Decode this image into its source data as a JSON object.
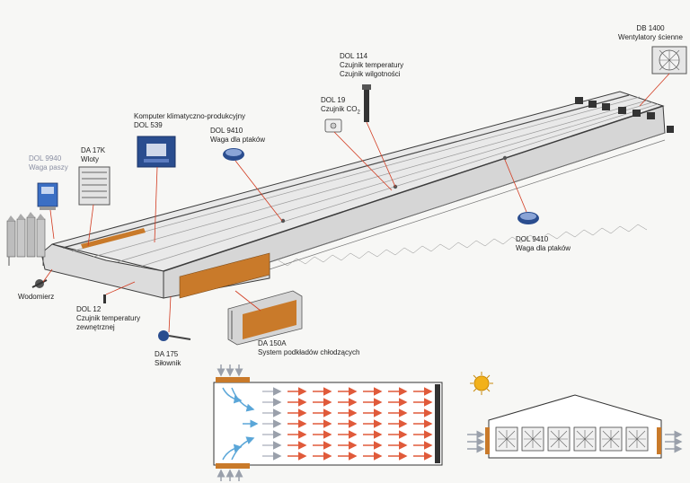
{
  "colors": {
    "leader": "#d23a1f",
    "orange_pad": "#c97a2a",
    "blue_arrow": "#5aa6d8",
    "red_arrow": "#e05a3a",
    "sun": "#f2b11a",
    "building_dark": "#3c3c3c",
    "building_light": "#cfcfcf",
    "controller_blue": "#2a4d8f"
  },
  "labels": {
    "db1400_code": "DB 1400",
    "db1400_name": "Wentylatory ścienne",
    "dol114_code": "DOL 114",
    "dol114_line1": "Czujnik temperatury",
    "dol114_line2": "Czujnik wilgotności",
    "dol19_code": "DOL 19",
    "dol19_name_prefix": "Czujnik CO",
    "dol19_name_sub": "2",
    "computer_line1": "Komputer klimatyczno-produkcyjny",
    "computer_line2": "DOL 539",
    "dol9410a_code": "DOL 9410",
    "dol9410a_name": "Waga dla ptaków",
    "dol9410b_code": "DOL 9410",
    "dol9410b_name": "Waga dla ptaków",
    "dol9940_code": "DOL 9940",
    "dol9940_name": "Waga paszy",
    "da17k_code": "DA 17K",
    "da17k_name": "Wloty",
    "wodomierz": "Wodomierz",
    "dol12_code": "DOL 12",
    "dol12_line1": "Czujnik temperatury",
    "dol12_line2": "zewnętrznej",
    "da175_code": "DA 175",
    "da175_name": "Siłownik",
    "da150a_code": "DA 150A",
    "da150a_name": "System podkładów chłodzących"
  },
  "icons": [
    "wall-fan-icon",
    "sensor-probe-icon",
    "co2-sensor-icon",
    "controller-icon",
    "bird-scale-icon",
    "feed-scale-icon",
    "air-inlet-icon",
    "water-meter-icon",
    "temperature-probe-icon",
    "actuator-icon",
    "cooling-pad-icon",
    "sun-icon",
    "fan-icon",
    "silo-icon"
  ]
}
